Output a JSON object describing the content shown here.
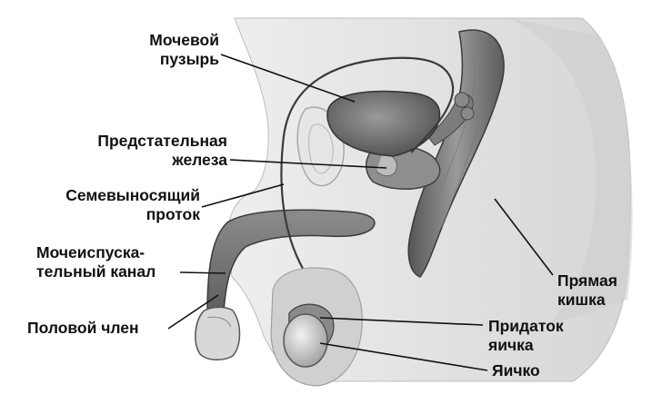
{
  "labels": {
    "bladder": [
      "Мочевой",
      "пузырь"
    ],
    "prostate": [
      "Предстательная",
      "железа"
    ],
    "vas": [
      "Семевыносящий",
      "проток"
    ],
    "urethra": [
      "Мочеиспуска-",
      "тельный канал"
    ],
    "penis": [
      "Половой член"
    ],
    "rectum": [
      "Прямая",
      "кишка"
    ],
    "epididymis": [
      "Придаток",
      "яичка"
    ],
    "testis": [
      "Яичко"
    ]
  }
}
